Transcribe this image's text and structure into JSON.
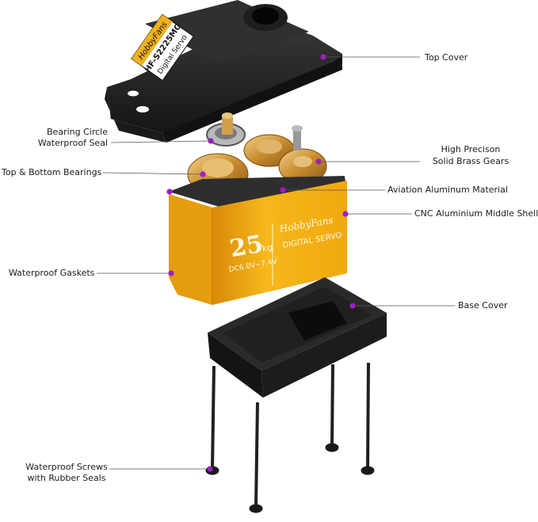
{
  "top_cover_label": {
    "line1": "HobbyFans",
    "line2": "HF-S2225MG",
    "line3": "Digital Servo"
  },
  "shell_print": {
    "brand": "HobbyFans",
    "torque": "25",
    "unit": "kg",
    "voltage": "DC6.0V~7.4V",
    "model": "DIGITAL SERVO"
  },
  "callouts": {
    "top_cover": "Top Cover",
    "bearing_seal_1": "Bearing Circle",
    "bearing_seal_2": "Waterproof Seal",
    "brass_gears_1": "High Precison",
    "brass_gears_2": "Solid Brass Gears",
    "bearings": "Top & Bottom Bearings",
    "aviation": "Aviation Aluminum Material",
    "cnc_shell": "CNC Aluminium Middle Shell",
    "gaskets": "Waterproof Gaskets",
    "base_cover": "Base Cover",
    "screws_1": "Waterproof Screws",
    "screws_2": "with Rubber Seals"
  },
  "colors": {
    "marker": "#9b1fc1",
    "shell": "#f5b315",
    "plastic": "#262626",
    "gold": "#d49a3a",
    "line": "#555555"
  }
}
